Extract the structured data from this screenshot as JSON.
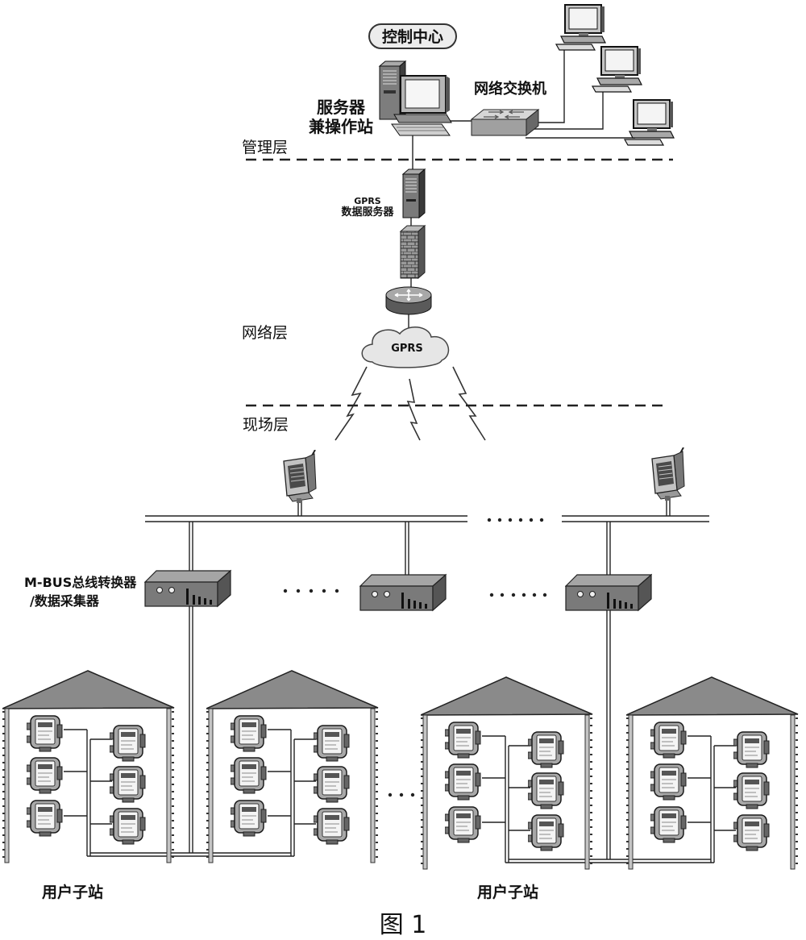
{
  "diagram": {
    "control_center": "控制中心",
    "server_line1": "服务器",
    "server_line2": "兼操作站",
    "switch": "网络交换机",
    "management_layer": "管理层",
    "gprs_server_line1": "GPRS",
    "gprs_server_line2": "数据服务器",
    "network_layer": "网络层",
    "cloud": "GPRS",
    "field_layer": "现场层",
    "converter_line1": "M-BUS总线转换器",
    "converter_line2": "/数据采集器",
    "substations": [
      "用户子站",
      "用户子站"
    ]
  },
  "caption": "图 1",
  "icons": {
    "server": "server-workstation-icon",
    "client": "computer-icon",
    "switch": "network-switch-icon",
    "gprs_server": "server-tower-icon",
    "firewall": "firewall-icon",
    "router": "router-icon",
    "cloud": "cloud-icon",
    "modem": "gprs-modem-icon",
    "converter": "m-bus-converter-icon",
    "building": "building-icon",
    "meter": "meter-icon"
  },
  "colors": {
    "line": "#222222",
    "roof": "#8a8a8a",
    "device": "#7a7a7a",
    "background": "#ffffff"
  }
}
